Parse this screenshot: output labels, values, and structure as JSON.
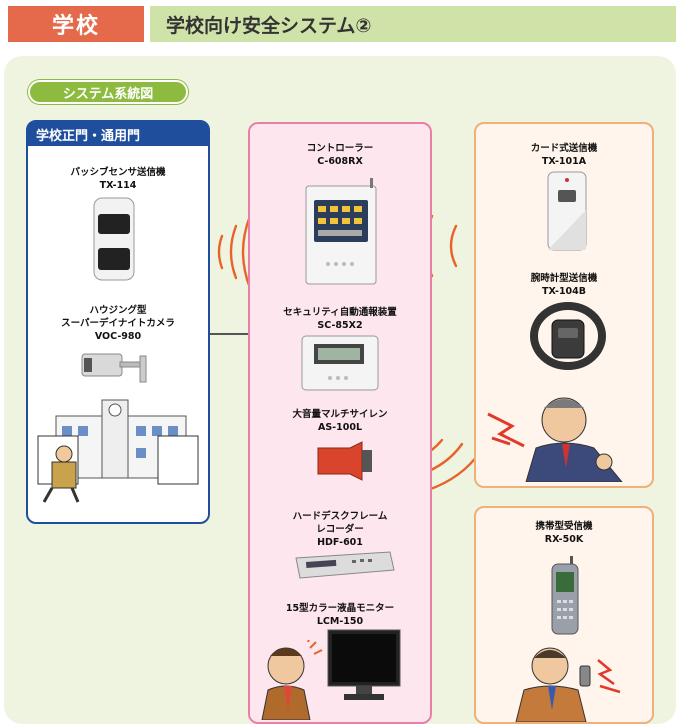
{
  "header": {
    "tag": "学校",
    "title": "学校向け安全システム②"
  },
  "system_badge": "システム系統図",
  "left_panel": {
    "title": "学校正門・通用門",
    "devices": [
      {
        "name": "パッシブセンサ送信機",
        "model": "TX-114"
      },
      {
        "name_line1": "ハウジング型",
        "name_line2": "スーパーデイナイトカメラ",
        "model": "VOC-980"
      }
    ]
  },
  "center_panel": {
    "devices": [
      {
        "name": "コントローラー",
        "model": "C-608RX"
      },
      {
        "name": "セキュリティ自動通報装置",
        "model": "SC-85X2"
      },
      {
        "name": "大音量マルチサイレン",
        "model": "AS-100L"
      },
      {
        "name_line1": "ハードデスクフレーム",
        "name_line2": "レコーダー",
        "model": "HDF-601"
      },
      {
        "name": "15型カラー液晶モニター",
        "model": "LCM-150"
      }
    ]
  },
  "right_top_panel": {
    "devices": [
      {
        "name": "カード式送信機",
        "model": "TX-101A"
      },
      {
        "name": "腕時計型送信機",
        "model": "TX-104B"
      }
    ]
  },
  "right_bottom_panel": {
    "devices": [
      {
        "name": "携帯型受信機",
        "model": "RX-50K"
      }
    ]
  },
  "colors": {
    "tag_bg": "#e56a4c",
    "title_bg": "#cfe3a8",
    "stage_bg": "#eef4df",
    "blue": "#1f4f9c",
    "pink": "#e97fa8",
    "orange": "#f0b07a",
    "wave": "#e8622a"
  }
}
